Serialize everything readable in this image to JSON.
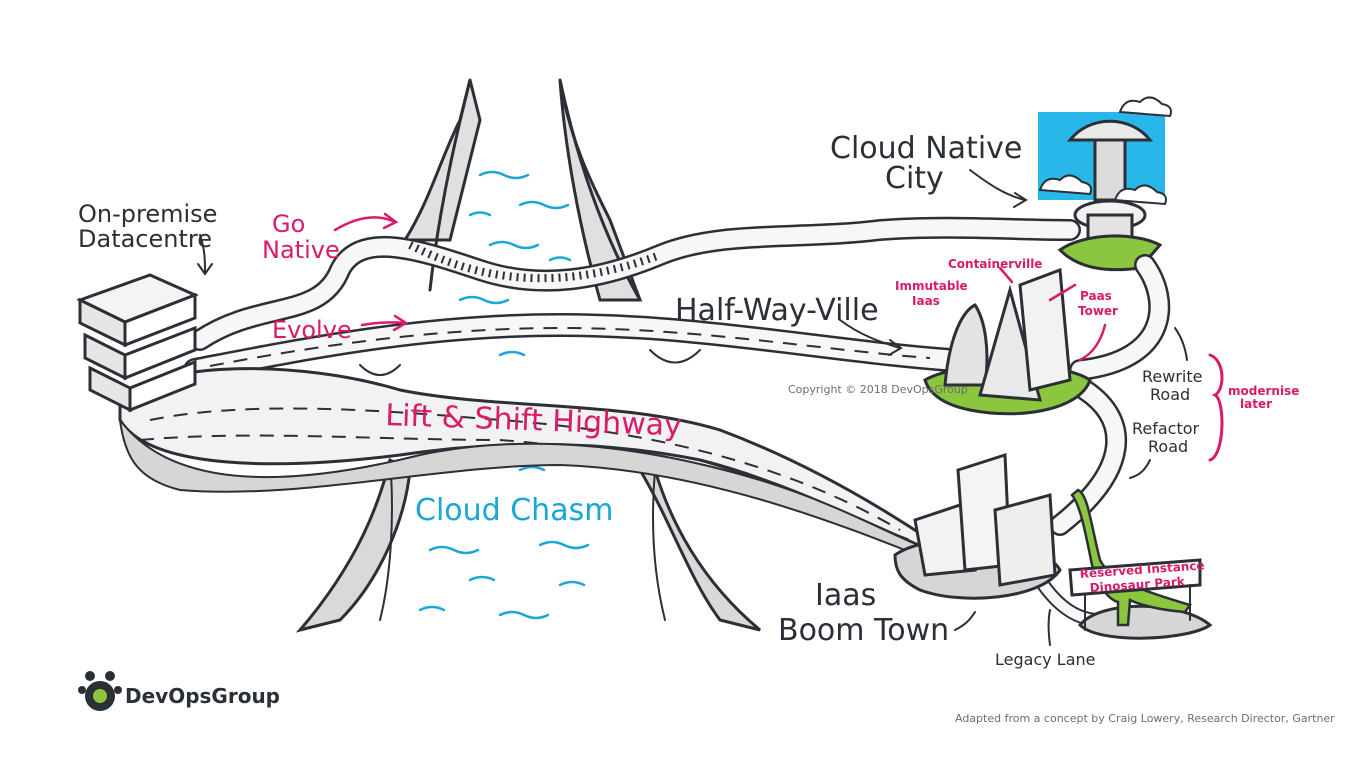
{
  "labels": {
    "on_premise_line1": "On-premise",
    "on_premise_line2": "Datacentre",
    "go_native_line1": "Go",
    "go_native_line2": "Native",
    "evolve": "Evolve",
    "lift_shift": "Lift & Shift Highway",
    "cloud_chasm": "Cloud Chasm",
    "half_way_ville": "Half-Way-Ville",
    "cloud_native_line1": "Cloud Native",
    "cloud_native_line2": "City",
    "containerville": "Containerville",
    "immutable_line1": "Immutable",
    "immutable_line2": "Iaas",
    "paas_line1": "Paas",
    "paas_line2": "Tower",
    "rewrite_line1": "Rewrite",
    "rewrite_line2": "Road",
    "refactor_line1": "Refactor",
    "refactor_line2": "Road",
    "modernise_line1": "modernise",
    "modernise_line2": "later",
    "iaas_line1": "Iaas",
    "iaas_line2": "Boom Town",
    "dino_line1": "Reserved Instance",
    "dino_line2": "Dinosaur Park",
    "legacy_lane": "Legacy Lane",
    "copyright": "Copyright © 2018 DevOpsGroup",
    "credit": "Adapted from a concept by Craig Lowery, Research Director, Gartner"
  },
  "logo": {
    "name": "DevOpsGroup",
    "icon": "gear-people-icon"
  },
  "colors": {
    "ink": "#2b2f36",
    "pink": "#d81b6a",
    "cyan": "#1aa6d6",
    "grass": "#8cc63f",
    "sky": "#29b6e8",
    "road": "#f2f2f2",
    "cliff": "#d9d9d9"
  }
}
